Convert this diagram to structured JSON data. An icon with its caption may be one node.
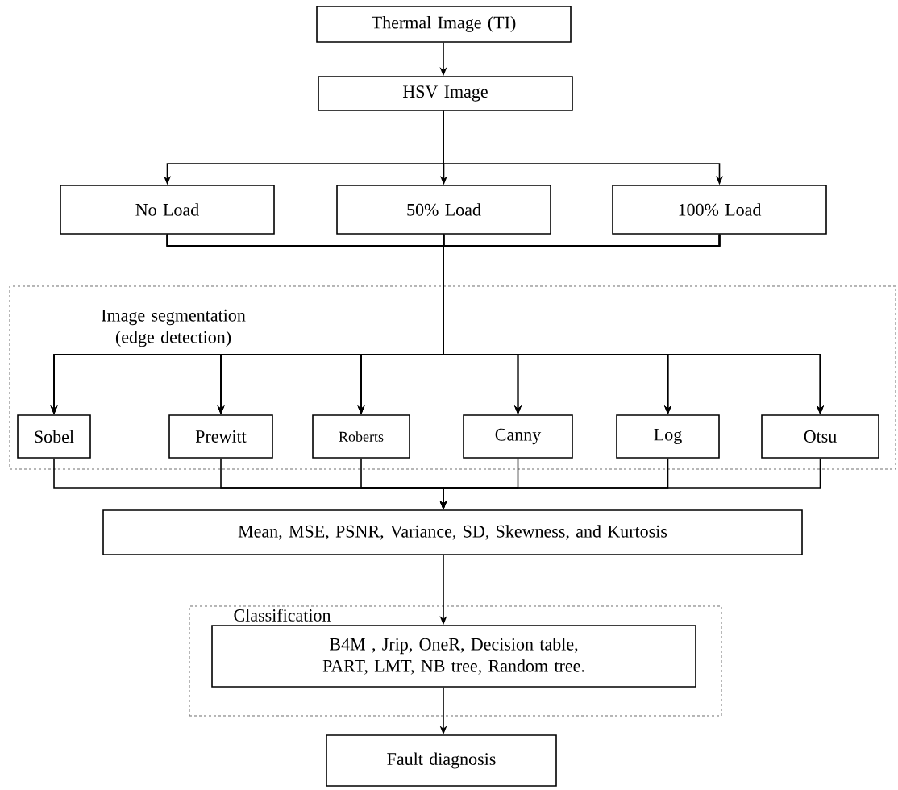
{
  "diagram": {
    "nodes": [
      {
        "text": [
          "Thermal Image (TI)"
        ]
      },
      {
        "text": [
          "HSV Image"
        ]
      },
      {
        "text": [
          "No Load"
        ]
      },
      {
        "text": [
          "50% Load"
        ]
      },
      {
        "text": [
          "100% Load"
        ]
      },
      {
        "text": [
          "Image segmentation (edge detection)"
        ]
      },
      {
        "text": [
          "Sobel"
        ],
        "in": 5
      },
      {
        "text": [
          "Prewitt"
        ],
        "in": 5
      },
      {
        "text": [
          "Roberts"
        ],
        "in": 5
      },
      {
        "text": [
          "Canny"
        ],
        "in": 5
      },
      {
        "text": [
          "Log"
        ],
        "in": 5
      },
      {
        "text": [
          "Otsu"
        ],
        "in": 5
      },
      {
        "text": [
          "Mean, MSE, PSNR, Variance, SD, Skewness, and Kurtosis"
        ]
      },
      {
        "text": [
          "Classification"
        ]
      },
      {
        "text": [
          "B4M , Jrip, OneR, Decision table, PART, LMT, NB tree, Random tree."
        ],
        "in": 13
      },
      {
        "text": [
          "Fault diagnosis"
        ]
      }
    ],
    "edges": [
      {
        "from": 0,
        "to": 1,
        "arrow": "to"
      },
      {
        "from": 1,
        "to": 2,
        "arrow": "to"
      },
      {
        "from": 1,
        "to": 3,
        "arrow": "to"
      },
      {
        "from": 1,
        "to": 4,
        "arrow": "to"
      },
      {
        "from": 2,
        "to": 6,
        "arrow": "to"
      },
      {
        "from": 2,
        "to": 7,
        "arrow": "to"
      },
      {
        "from": 2,
        "to": 8,
        "arrow": "to"
      },
      {
        "from": 2,
        "to": 9,
        "arrow": "to"
      },
      {
        "from": 2,
        "to": 10,
        "arrow": "to"
      },
      {
        "from": 2,
        "to": 11,
        "arrow": "to"
      },
      {
        "from": 3,
        "to": 6,
        "arrow": "to"
      },
      {
        "from": 3,
        "to": 7,
        "arrow": "to"
      },
      {
        "from": 3,
        "to": 8,
        "arrow": "to"
      },
      {
        "from": 3,
        "to": 9,
        "arrow": "to"
      },
      {
        "from": 3,
        "to": 10,
        "arrow": "to"
      },
      {
        "from": 3,
        "to": 11,
        "arrow": "to"
      },
      {
        "from": 4,
        "to": 6,
        "arrow": "to"
      },
      {
        "from": 4,
        "to": 7,
        "arrow": "to"
      },
      {
        "from": 4,
        "to": 8,
        "arrow": "to"
      },
      {
        "from": 4,
        "to": 9,
        "arrow": "to"
      },
      {
        "from": 4,
        "to": 10,
        "arrow": "to"
      },
      {
        "from": 4,
        "to": 11,
        "arrow": "to"
      },
      {
        "from": 6,
        "to": 12,
        "arrow": "to"
      },
      {
        "from": 7,
        "to": 12,
        "arrow": "to"
      },
      {
        "from": 8,
        "to": 12,
        "arrow": "to"
      },
      {
        "from": 9,
        "to": 12,
        "arrow": "to"
      },
      {
        "from": 10,
        "to": 12,
        "arrow": "to"
      },
      {
        "from": 11,
        "to": 12,
        "arrow": "to"
      },
      {
        "from": 12,
        "to": 14,
        "arrow": "to"
      },
      {
        "from": 14,
        "to": 15,
        "arrow": "to"
      }
    ]
  }
}
